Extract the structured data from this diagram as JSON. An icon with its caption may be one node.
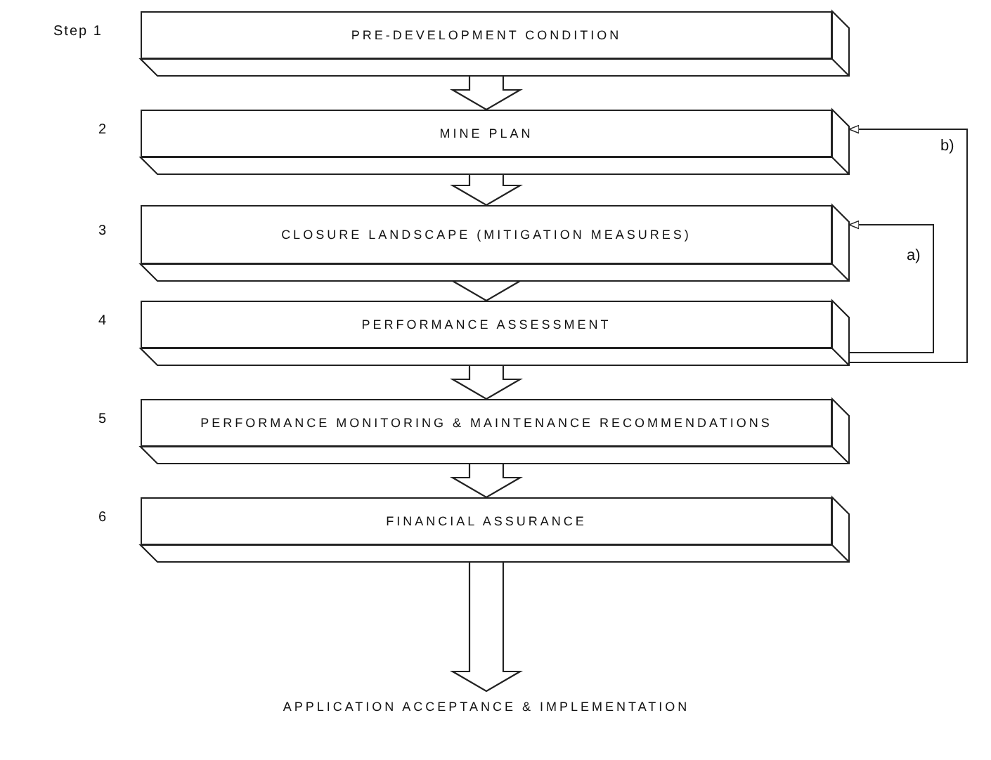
{
  "diagram": {
    "nodes": [
      {
        "text": [
          "PRE-DEVELOPMENT CONDITION"
        ]
      },
      {
        "text": [
          "MINE PLAN"
        ]
      },
      {
        "text": [
          "CLOSURE LANDSCAPE (MITIGATION MEASURES)"
        ]
      },
      {
        "text": [
          "PERFORMANCE ASSESSMENT"
        ]
      },
      {
        "text": [
          "PERFORMANCE MONITORING & MAINTENANCE RECOMMENDATIONS"
        ]
      },
      {
        "text": [
          "FINANCIAL ASSURANCE"
        ]
      },
      {
        "text": [
          "APPLICATION ACCEPTANCE & IMPLEMENTATION"
        ]
      }
    ],
    "edges": [
      {
        "from": 0,
        "to": 1,
        "arrow": "to",
        "style": "thick"
      },
      {
        "from": 1,
        "to": 2,
        "arrow": "to",
        "style": "thick"
      },
      {
        "from": 2,
        "to": 3,
        "arrow": "to",
        "style": "thick"
      },
      {
        "from": 3,
        "to": 4,
        "arrow": "to",
        "style": "thick"
      },
      {
        "from": 4,
        "to": 5,
        "arrow": "to",
        "style": "thick"
      },
      {
        "from": 5,
        "to": 6,
        "arrow": "to",
        "style": "thick"
      },
      {
        "from": 3,
        "to": 2,
        "arrow": "to",
        "label": "a)"
      },
      {
        "from": 3,
        "to": 1,
        "arrow": "to",
        "label": "b)"
      }
    ],
    "labels": [
      "Step 1",
      "2",
      "3",
      "4",
      "5",
      "6"
    ]
  }
}
